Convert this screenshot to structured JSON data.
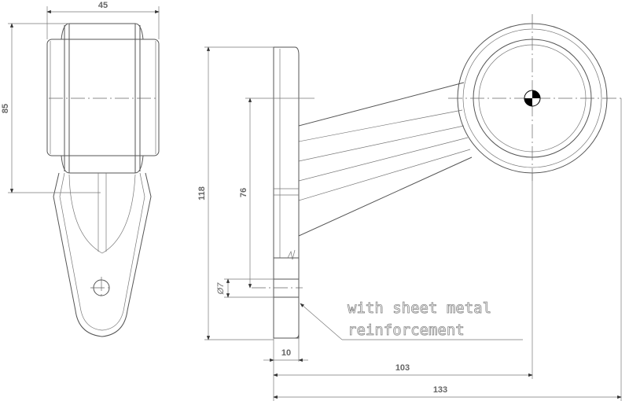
{
  "dimensions": {
    "width_front": "45",
    "height_front": "85",
    "plate_height": "118",
    "hole_spacing": "76",
    "hole_diameter": "Ø7",
    "plate_thickness": "10",
    "lamp_center_offset": "103",
    "overall_length": "133"
  },
  "note": {
    "line1": "with sheet metal",
    "line2": "reinforcement"
  }
}
